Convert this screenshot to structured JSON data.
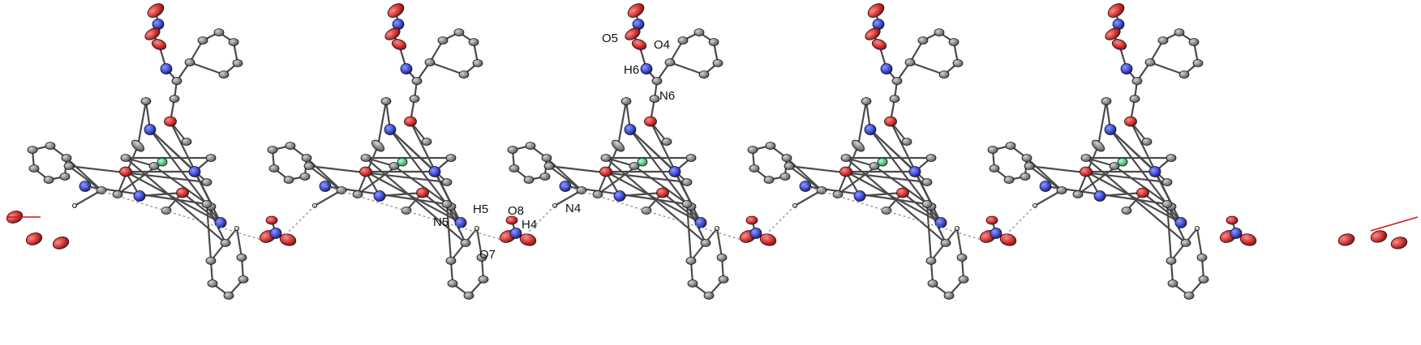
{
  "figure": {
    "atom_labels": [
      "O5",
      "O4",
      "H6",
      "N6",
      "N5",
      "H5",
      "O8",
      "N4",
      "H4",
      "O7"
    ]
  },
  "colors": {
    "carbon": "#7a7a7a",
    "nitrogen": "#1f2fcf",
    "oxygen": "#d81414",
    "metal": "#2fcf84",
    "hydrogen": "#d9d9d9",
    "hbond": "#9a9a9a",
    "bond": "#4a4a4a"
  },
  "structure": {
    "unit_count": 5
  }
}
